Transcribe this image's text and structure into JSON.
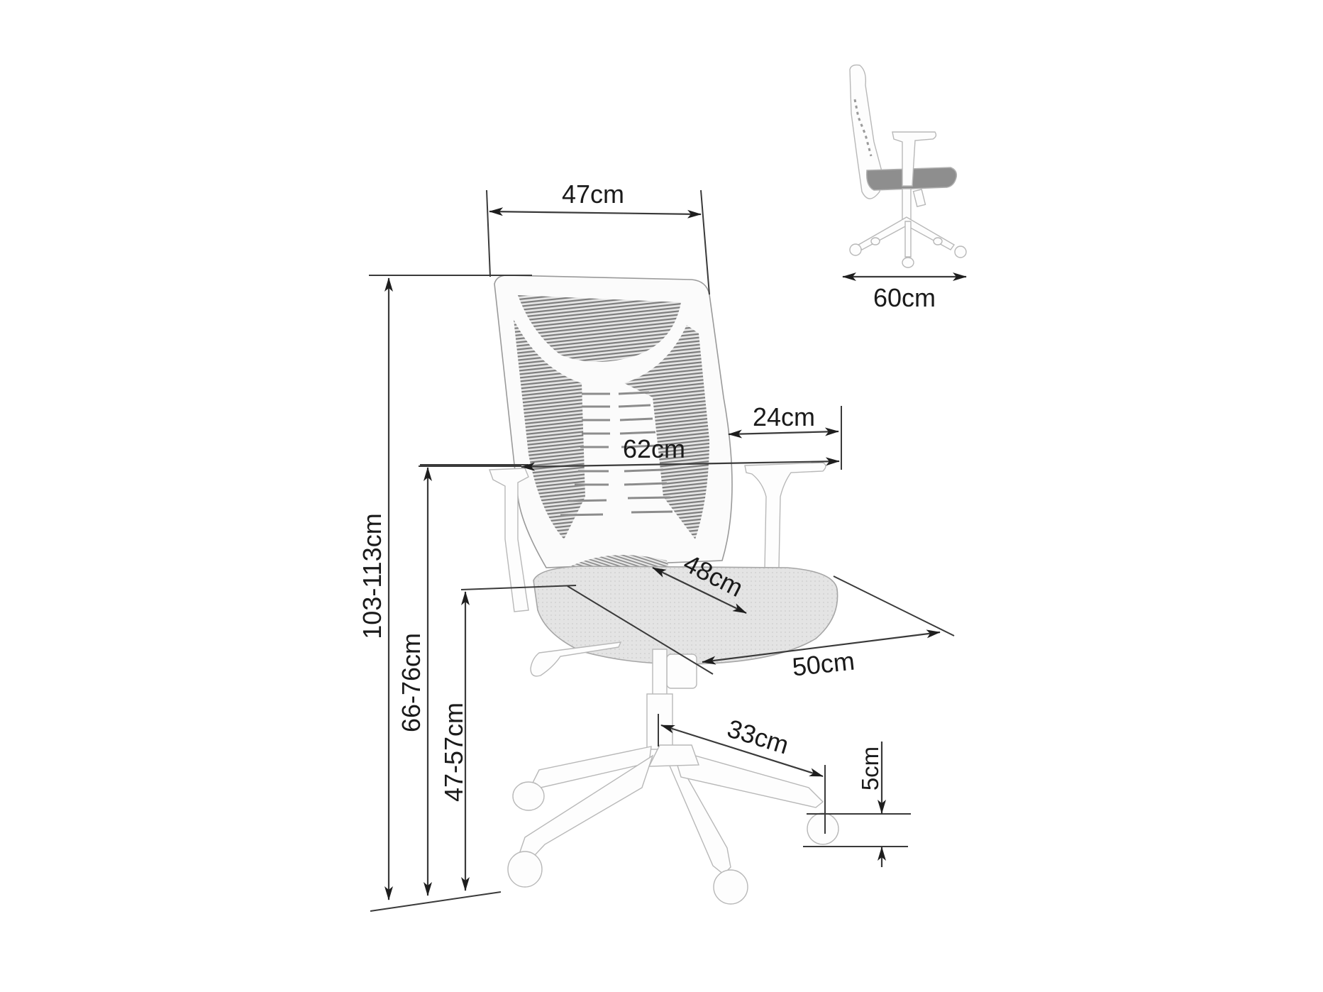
{
  "diagram": {
    "subject": "Office chair with mesh backrest — dimension drawing",
    "background_color": "#ffffff",
    "line_color": "#3a3a3a",
    "text_color": "#1a1a1a"
  },
  "dimensions": {
    "backrest_width": {
      "label": "47cm",
      "orientation": "horizontal"
    },
    "total_height": {
      "label": "103-113cm",
      "orientation": "vertical"
    },
    "armrest_height": {
      "label": "66-76cm",
      "orientation": "vertical"
    },
    "seat_height": {
      "label": "47-57cm",
      "orientation": "vertical"
    },
    "overall_width": {
      "label": "62cm",
      "orientation": "horizontal"
    },
    "armrest_length": {
      "label": "24cm",
      "orientation": "horizontal"
    },
    "seat_depth": {
      "label": "48cm",
      "orientation": "diagonal"
    },
    "seat_width": {
      "label": "50cm",
      "orientation": "diagonal"
    },
    "base_radius": {
      "label": "33cm",
      "orientation": "diagonal"
    },
    "caster_height": {
      "label": "5cm",
      "orientation": "vertical"
    },
    "overall_depth": {
      "label": "60cm",
      "orientation": "horizontal"
    }
  },
  "views": [
    {
      "name": "front-three-quarter view",
      "position": "main"
    },
    {
      "name": "side view",
      "position": "top-right inset"
    }
  ]
}
